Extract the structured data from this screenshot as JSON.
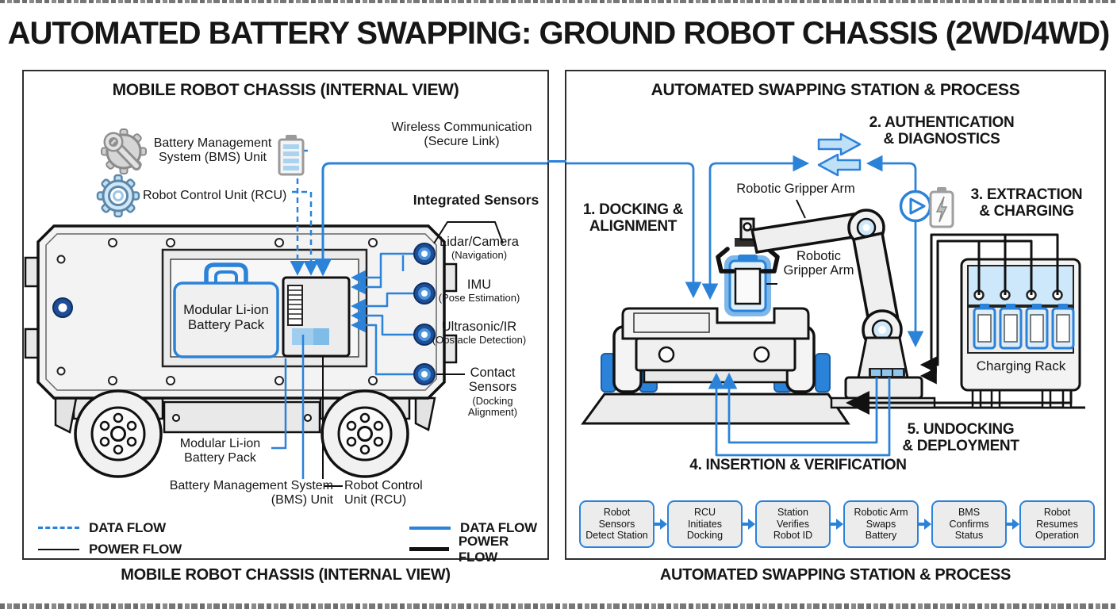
{
  "title": "AUTOMATED BATTERY SWAPPING: GROUND ROBOT CHASSIS (2WD/4WD)",
  "colors": {
    "accent_blue": "#2b82d9",
    "light_blue": "#bfe0f7",
    "ink": "#161616"
  },
  "left_panel": {
    "header": "MOBILE ROBOT CHASSIS (INTERNAL VIEW)",
    "caption": "MOBILE ROBOT CHASSIS (INTERNAL VIEW)",
    "bms_unit_label": "Battery Management\nSystem (BMS) Unit",
    "rcu_label": "Robot Control Unit (RCU)",
    "wireless_label": "Wireless Communication\n(Secure Link)",
    "integrated_sensors_label": "Integrated Sensors",
    "sensors": [
      {
        "name": "Lidar/Camera",
        "detail": "(Navigation)"
      },
      {
        "name": "IMU",
        "detail": "(Pose Estimation)"
      },
      {
        "name": "Ultrasonic/IR",
        "detail": "(Obstacle Detection)"
      },
      {
        "name": "Contact\nSensors",
        "detail": "(Docking\nAlignment)"
      }
    ],
    "battery_pack_label": "Modular Li-ion\nBattery Pack",
    "battery_pack_pointer_label": "Modular Li-ion\nBattery Pack",
    "bms_pointer_label": "Battery Management System\n(BMS) Unit",
    "rcu_pointer_label": "Robot Control\nUnit (RCU)",
    "legend_left": [
      {
        "swatch": "dashed-blue",
        "label": "DATA FLOW"
      },
      {
        "swatch": "thin-black",
        "label": "POWER FLOW"
      }
    ],
    "legend_right": [
      {
        "swatch": "solid-blue",
        "label": "DATA FLOW"
      },
      {
        "swatch": "thick-black",
        "label": "POWER FLOW"
      }
    ]
  },
  "right_panel": {
    "header": "AUTOMATED SWAPPING STATION & PROCESS",
    "caption": "AUTOMATED SWAPPING STATION & PROCESS",
    "steps": {
      "s1": "1. DOCKING &\nALIGNMENT",
      "s2": "2. AUTHENTICATION\n& DIAGNOSTICS",
      "s3": "3. EXTRACTION\n& CHARGING",
      "s4": "4. INSERTION & VERIFICATION",
      "s5": "5. UNDOCKING\n& DEPLOYMENT"
    },
    "gripper_label": "Robotic Gripper Arm",
    "gripper_label_2": "Robotic\nGripper Arm",
    "charging_rack_label": "Charging Rack",
    "process_flow": [
      "Robot\nSensors\nDetect Station",
      "RCU\nInitiates\nDocking",
      "Station\nVerifies\nRobot ID",
      "Robotic Arm\nSwaps\nBattery",
      "BMS\nConfirms\nStatus",
      "Robot\nResumes\nOperation"
    ]
  }
}
